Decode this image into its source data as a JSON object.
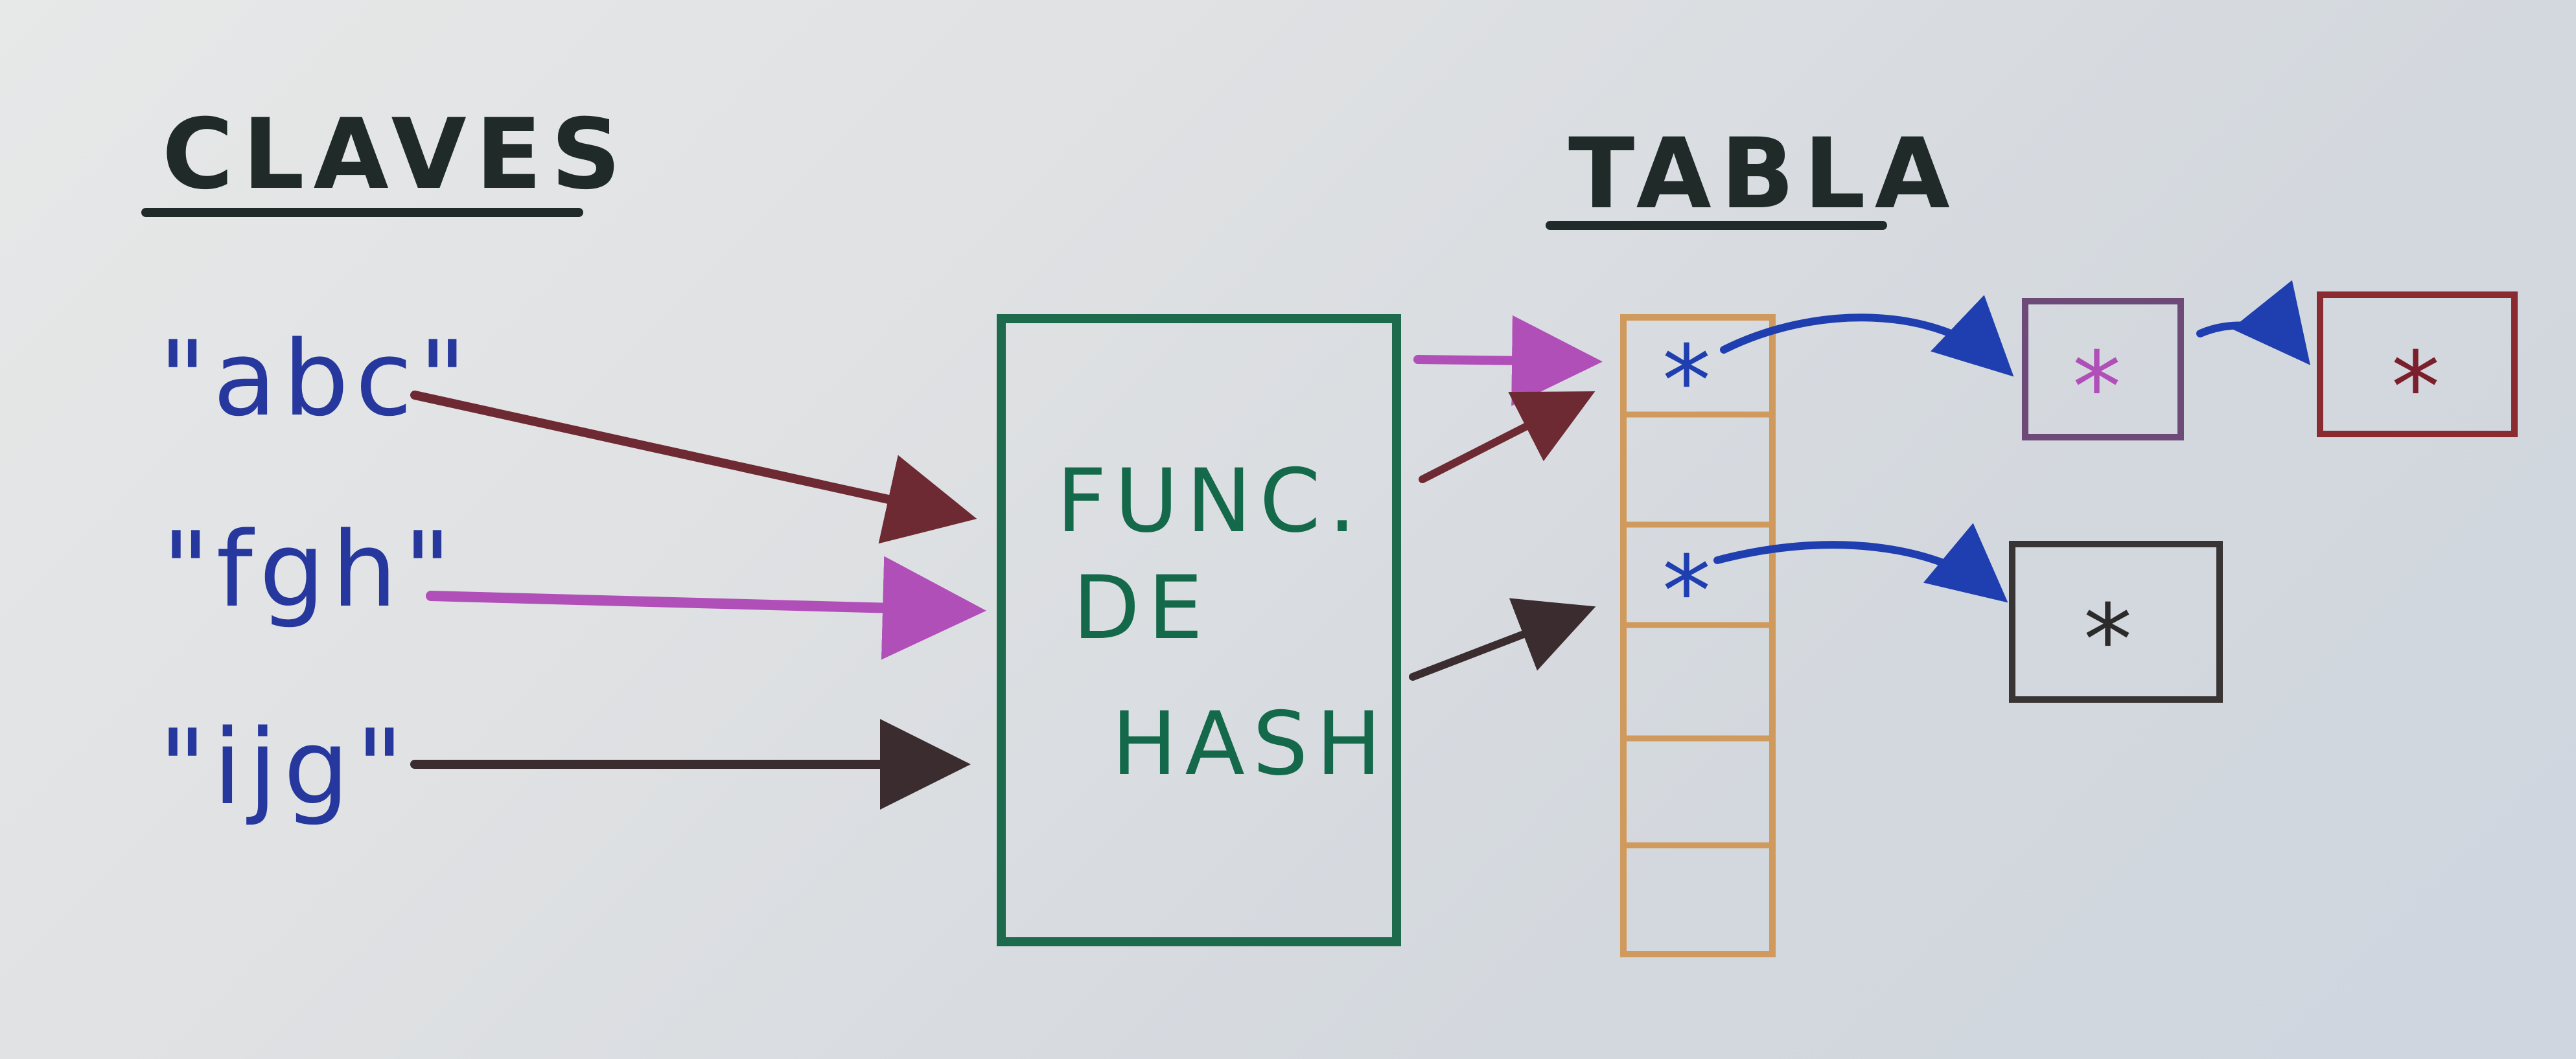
{
  "headings": {
    "keys": "CLAVES",
    "table": "TABLA"
  },
  "keys": [
    {
      "label": "\"abc\"",
      "color": "#6e2a33"
    },
    {
      "label": "\"fgh\"",
      "color": "#b04fb8"
    },
    {
      "label": "\"ijg\"",
      "color": "#3a2c2f"
    }
  ],
  "hash_function": {
    "lines": [
      "FUNC.",
      "DE",
      "HASH"
    ],
    "border_color": "#1d6b4c"
  },
  "table": {
    "slot_count": 6,
    "border_color": "#cf9a5c",
    "occupied_slots": [
      0,
      2
    ],
    "slot_marker": "*"
  },
  "nodes": [
    {
      "marker": "*",
      "border_color": "#6e4a78",
      "marker_color": "#b04fb8"
    },
    {
      "marker": "*",
      "border_color": "#8a2b31",
      "marker_color": "#7a1f2b"
    },
    {
      "marker": "*",
      "border_color": "#3a3535",
      "marker_color": "#2b2b2b"
    }
  ],
  "colors": {
    "pointer": "#1f3fb0",
    "heading_ink": "#1f2a29",
    "key_ink": "#26379e",
    "func_ink": "#13694a"
  }
}
